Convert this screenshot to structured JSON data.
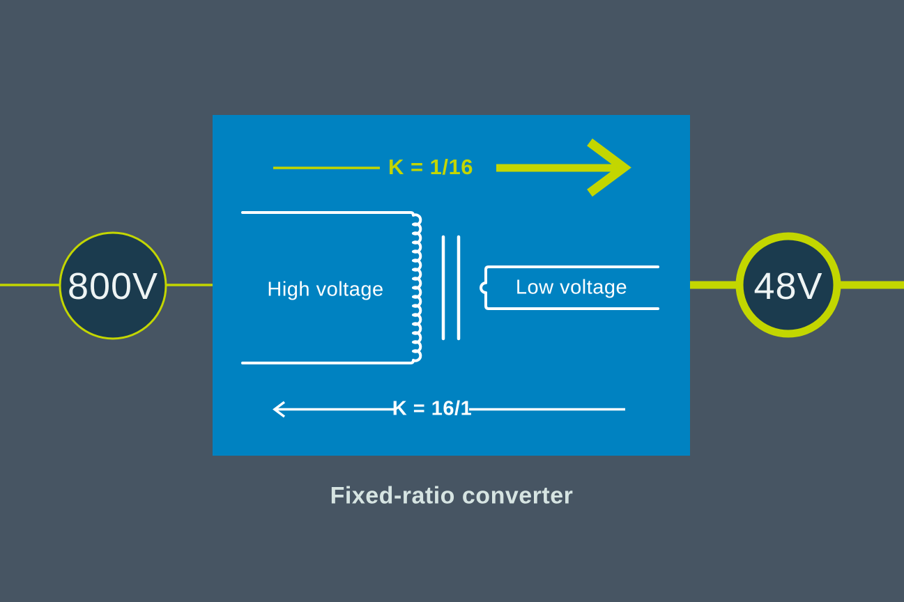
{
  "colors": {
    "background": "#475563",
    "converter_blue": "#0082c1",
    "accent_green": "#c3d600",
    "node_fill": "#1b3b4e",
    "node_text": "#eef4f4",
    "white_ink": "#ffffff",
    "caption_text": "#d6e4e2"
  },
  "diagram": {
    "input_node": {
      "label": "800V"
    },
    "output_node": {
      "label": "48V"
    },
    "converter": {
      "forward_ratio_label": "K = 1/16",
      "reverse_ratio_label": "K = 16/1",
      "primary_label": "High voltage",
      "secondary_label": "Low voltage"
    },
    "caption": "Fixed-ratio converter"
  }
}
